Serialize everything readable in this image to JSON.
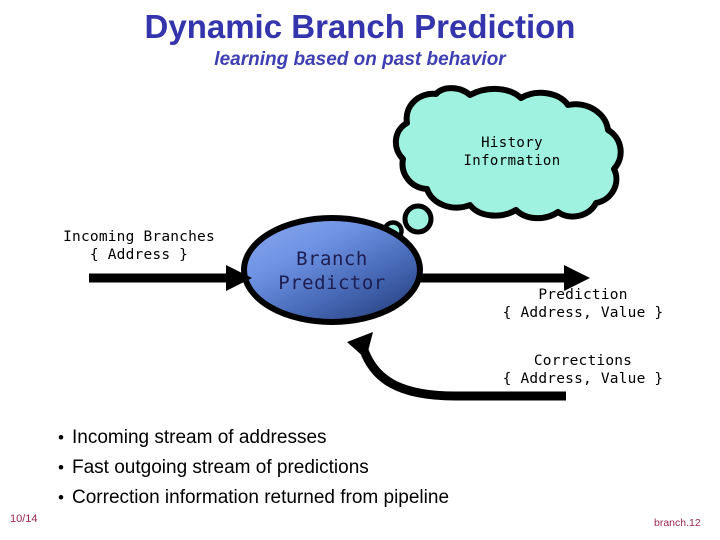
{
  "slide": {
    "title": "Dynamic Branch Prediction",
    "subtitle": "learning based on past behavior",
    "title_color": "#3434ac",
    "background": "#ffffff"
  },
  "diagram": {
    "thought_cloud": {
      "icon": "thought-cloud-shape",
      "line1": "History",
      "line2": "Information",
      "fill_color": "#9ff2df",
      "stroke_color": "#000000"
    },
    "predictor_node": {
      "icon": "ellipse-shape",
      "line1": "Branch",
      "line2": "Predictor",
      "fill_gradient_from": "#7e9ee9",
      "fill_gradient_to": "#2c4890",
      "text_color": "#1d1d52",
      "stroke_color": "#000000"
    },
    "incoming": {
      "icon": "arrow-right-icon",
      "line1": "Incoming Branches",
      "line2": "{ Address }"
    },
    "prediction": {
      "icon": "arrow-right-icon",
      "line1": "Prediction",
      "line2": "{ Address, Value }"
    },
    "corrections": {
      "icon": "curved-arrow-left-up-icon",
      "line1": "Corrections",
      "line2": "{ Address, Value }"
    }
  },
  "bullets": {
    "marker": "•",
    "items": [
      "Incoming stream of addresses",
      "Fast outgoing stream of predictions",
      "Correction information returned from pipeline"
    ]
  },
  "footer": {
    "page_number": "10/14",
    "doc_tag": "branch.12",
    "color": "#9c2550"
  }
}
